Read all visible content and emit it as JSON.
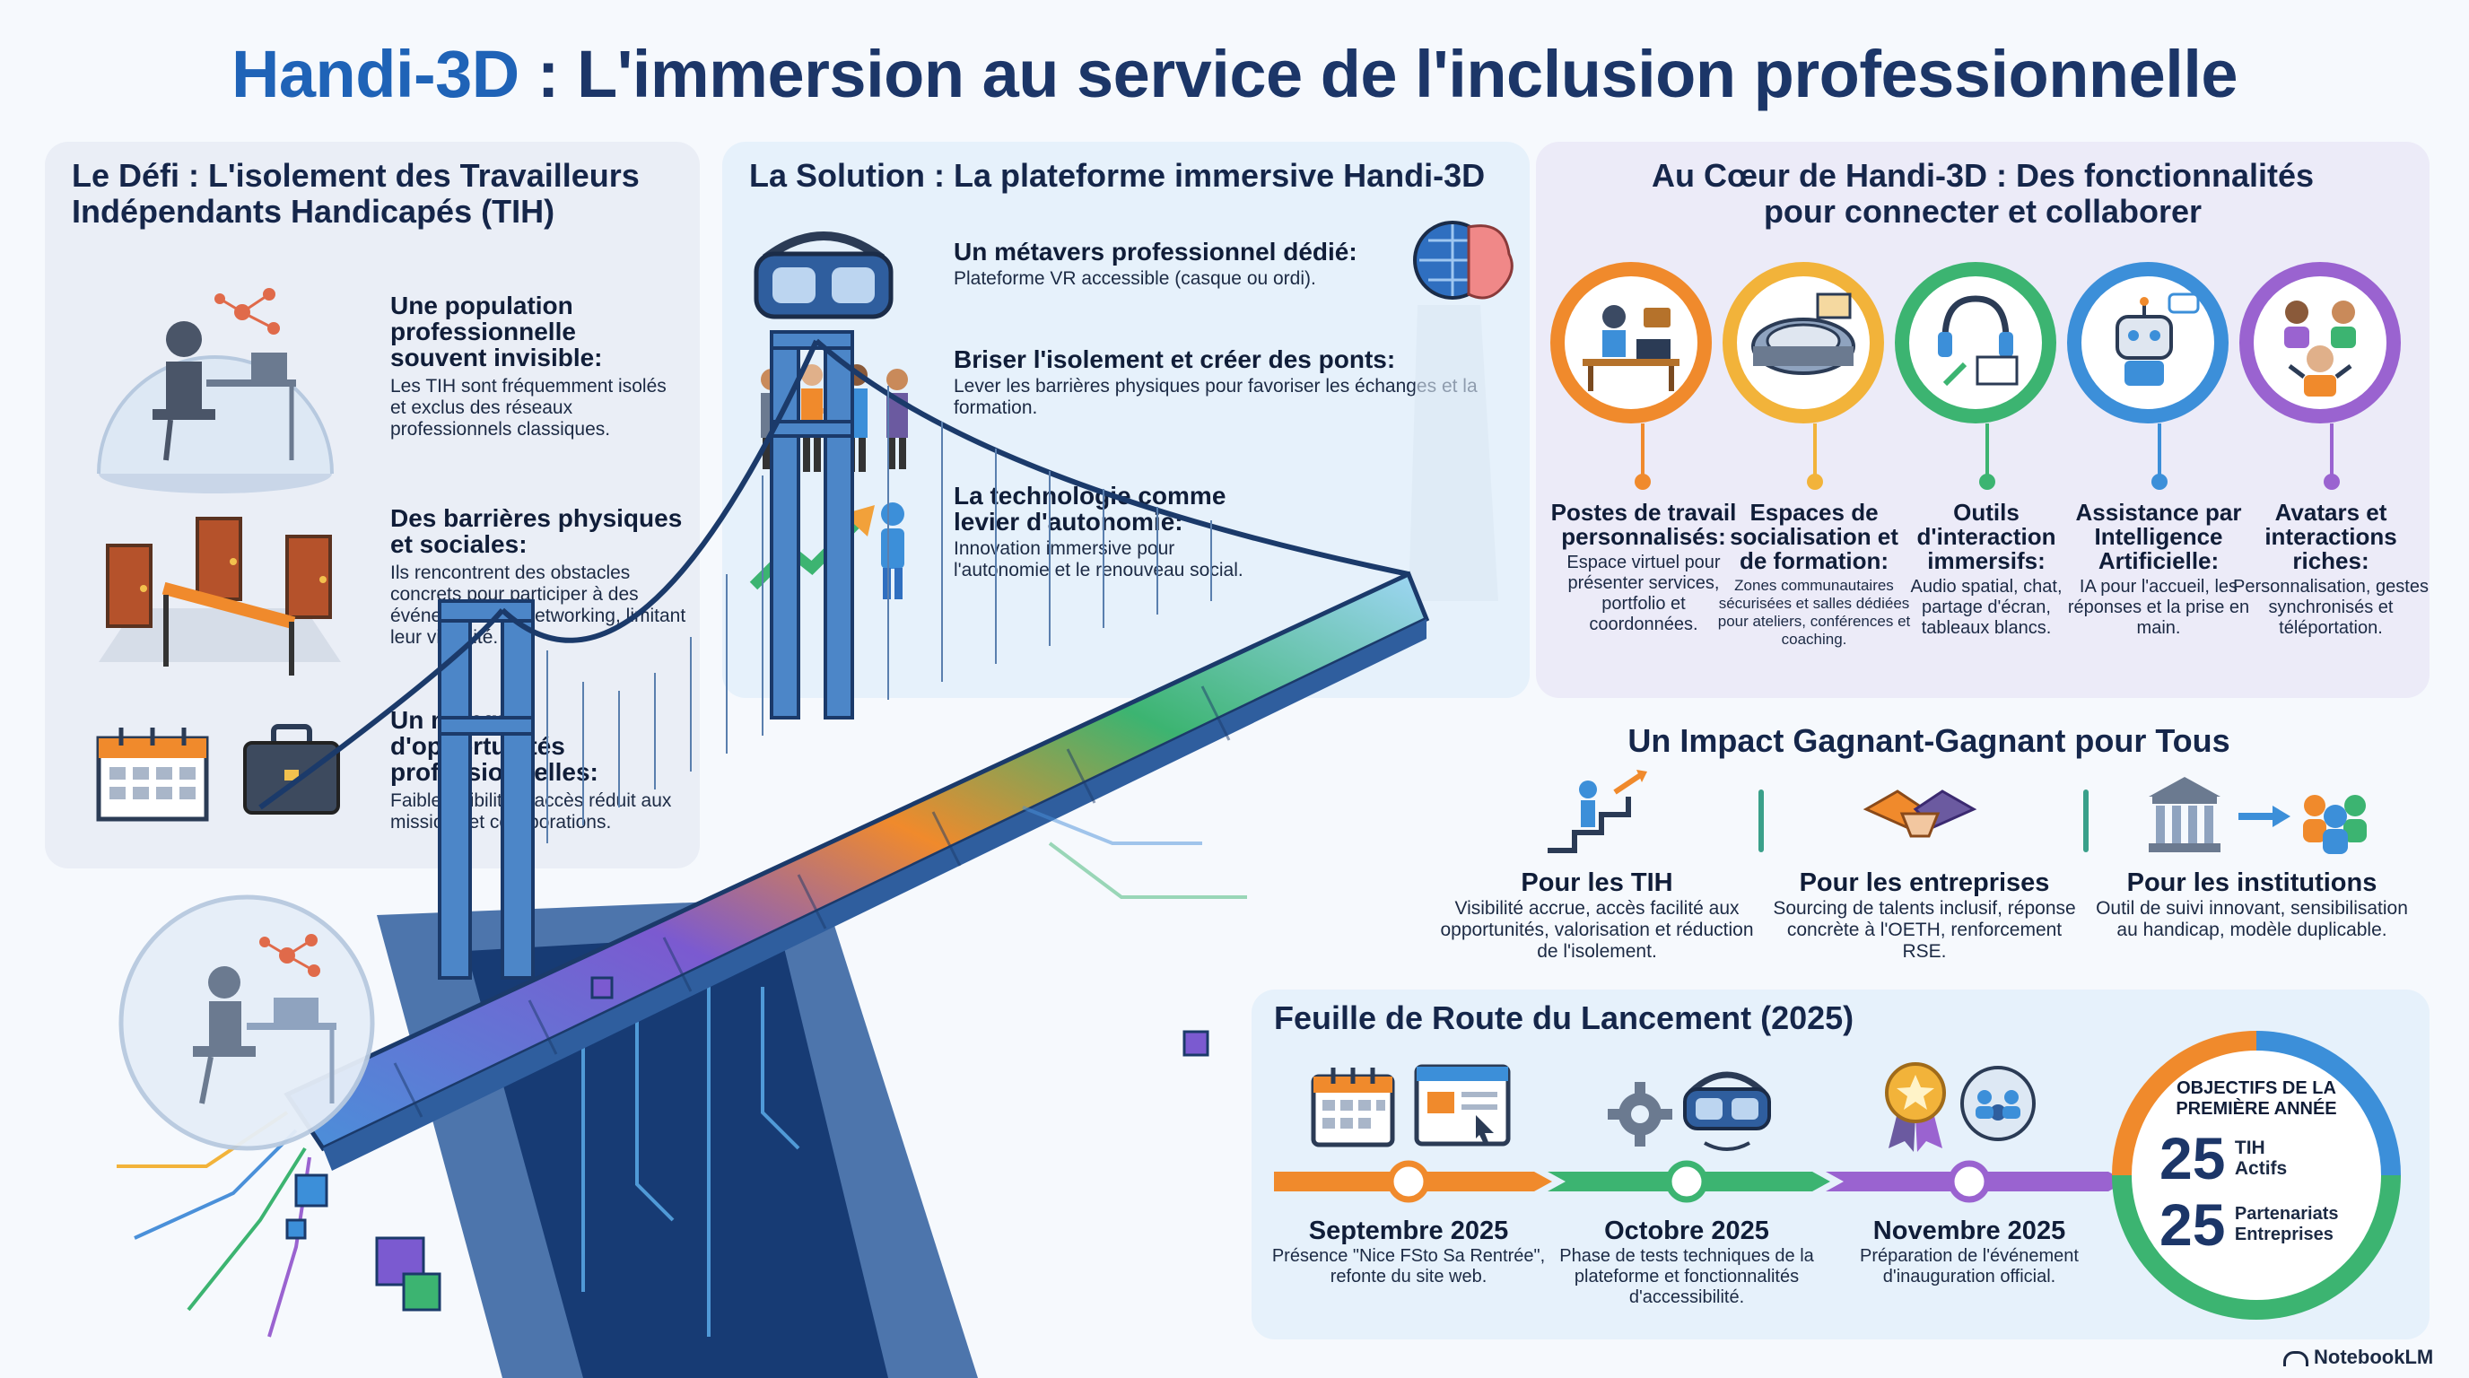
{
  "title": {
    "brand": "Handi-3D",
    "rest": " : L'immersion au service de l'inclusion professionnelle"
  },
  "challenge": {
    "title_line1": "Le Défi : L'isolement des Travailleurs",
    "title_line2": "Indépendants Handicapés (TIH)",
    "items": [
      {
        "title": "Une population professionnelle souvent invisible:",
        "text": "Les TIH sont fréquemment isolés et exclus des réseaux professionnels classiques."
      },
      {
        "title": "Des barrières physiques et sociales:",
        "text": "Ils rencontrent des obstacles concrets pour participer à des événements de networking, limitant leur visibilité."
      },
      {
        "title": "Un manque d'opportunités professionnelles:",
        "text": "Faible visibilité = accès réduit aux missions et collaborations."
      }
    ]
  },
  "solution": {
    "title": "La Solution : La plateforme immersive Handi-3D",
    "items": [
      {
        "title": "Un métavers professionnel dédié:",
        "text": "Plateforme VR accessible (casque ou ordi)."
      },
      {
        "title": "Briser l'isolement et créer des ponts:",
        "text": "Lever les barrières physiques pour favoriser les échanges et la formation."
      },
      {
        "title": "La technologie comme levier d'autonomie:",
        "text": "Innovation immersive pour l'autonomie et le renouveau social."
      }
    ]
  },
  "features": {
    "title_line1": "Au Cœur de Handi-3D : Des fonctionnalités",
    "title_line2": "pour connecter et collaborer",
    "items": [
      {
        "title": "Postes de travail personnalisés:",
        "text": "Espace virtuel pour présenter services, portfolio et coordonnées.",
        "color": "#f08a2c"
      },
      {
        "title": "Espaces de socialisation et de formation:",
        "text": "Zones communautaires sécurisées et salles dédiées pour ateliers, conférences et coaching.",
        "color": "#f2b33a"
      },
      {
        "title": "Outils d'interaction immersifs:",
        "text": "Audio spatial, chat, partage d'écran, tableaux blancs.",
        "color": "#3cb471"
      },
      {
        "title": "Assistance par Intelligence Artificielle:",
        "text": "IA pour l'accueil, les réponses et la prise en main.",
        "color": "#3c8fd9"
      },
      {
        "title": "Avatars et interactions riches:",
        "text": "Personnalisation, gestes synchronisés et téléportation.",
        "color": "#9a63d0"
      }
    ]
  },
  "impact": {
    "title": "Un Impact Gagnant-Gagnant pour Tous",
    "items": [
      {
        "title": "Pour les TIH",
        "text": "Visibilité accrue, accès facilité aux opportunités, valorisation et réduction de l'isolement."
      },
      {
        "title": "Pour les entreprises",
        "text": "Sourcing de talents inclusif, réponse concrète à l'OETH, renforcement RSE."
      },
      {
        "title": "Pour les institutions",
        "text": "Outil de suivi innovant, sensibilisation au handicap, modèle duplicable."
      }
    ]
  },
  "roadmap": {
    "title": "Feuille de Route du Lancement (2025)",
    "steps": [
      {
        "date": "Septembre 2025",
        "text": "Présence \"Nice FSto Sa Rentrée\", refonte du site web.",
        "color": "#f08a2c"
      },
      {
        "date": "Octobre 2025",
        "text": "Phase de tests techniques de la plateforme et fonctionnalités d'accessibilité.",
        "color": "#3cb471"
      },
      {
        "date": "Novembre 2025",
        "text": "Préparation de l'événement d'inauguration official.",
        "color": "#9a63d0"
      }
    ],
    "objectives": {
      "title_line1": "OBJECTIFS DE LA",
      "title_line2": "PREMIÈRE ANNÉE",
      "items": [
        {
          "value": "25",
          "label_line1": "TIH",
          "label_line2": "Actifs"
        },
        {
          "value": "25",
          "label_line1": "Partenariats",
          "label_line2": "Entreprises"
        }
      ]
    }
  },
  "footer": {
    "brand": "NotebookLM"
  }
}
